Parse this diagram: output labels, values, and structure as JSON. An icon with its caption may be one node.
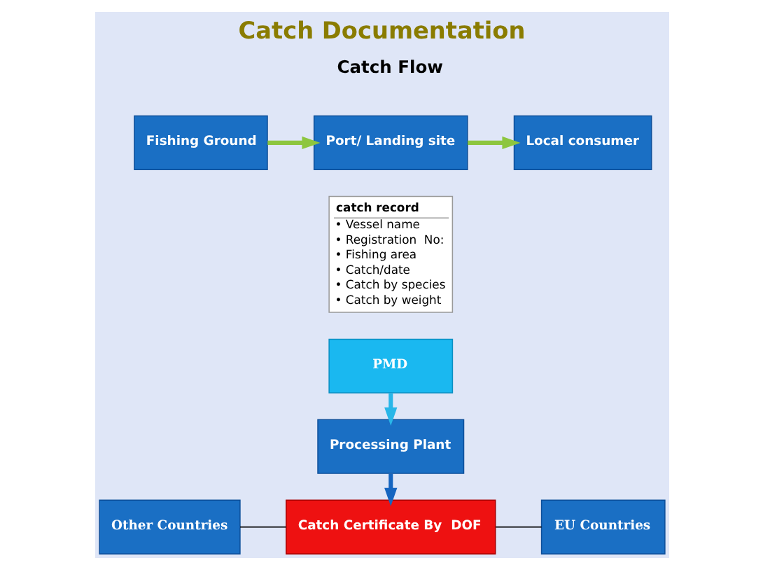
{
  "diagram": {
    "title": "Catch Documentation",
    "nodes": [
      {
        "text": [
          "Fishing Ground"
        ]
      },
      {
        "text": [
          "Port/ Landing site"
        ]
      },
      {
        "text": [
          "Local consumer"
        ]
      },
      {
        "text": [
          "catch record",
          "• Vessel name",
          "• Registration  No:",
          "• Fishing area",
          "• Catch/date",
          "• Catch by species",
          "• Catch by weight"
        ]
      },
      {
        "text": [
          "PMD"
        ]
      },
      {
        "text": [
          "Processing Plant"
        ]
      },
      {
        "text": [
          "Catch Certificate By  DOF"
        ]
      },
      {
        "text": [
          "Other Countries"
        ]
      },
      {
        "text": [
          "EU Countries"
        ]
      }
    ],
    "edges": [
      {
        "from": 0,
        "to": 1,
        "arrow": "to",
        "color": "#8dc63f"
      },
      {
        "from": 1,
        "to": 2,
        "arrow": "to",
        "color": "#8dc63f"
      },
      {
        "from": 4,
        "to": 5,
        "arrow": "to",
        "color": "#29b6e8"
      },
      {
        "from": 5,
        "to": 6,
        "arrow": "to",
        "color": "#1565c0"
      },
      {
        "from": 7,
        "to": 6,
        "arrow": "none",
        "color": "#000000"
      },
      {
        "from": 6,
        "to": 8,
        "arrow": "none",
        "color": "#000000"
      }
    ],
    "labels": [
      "Catch Flow"
    ]
  }
}
